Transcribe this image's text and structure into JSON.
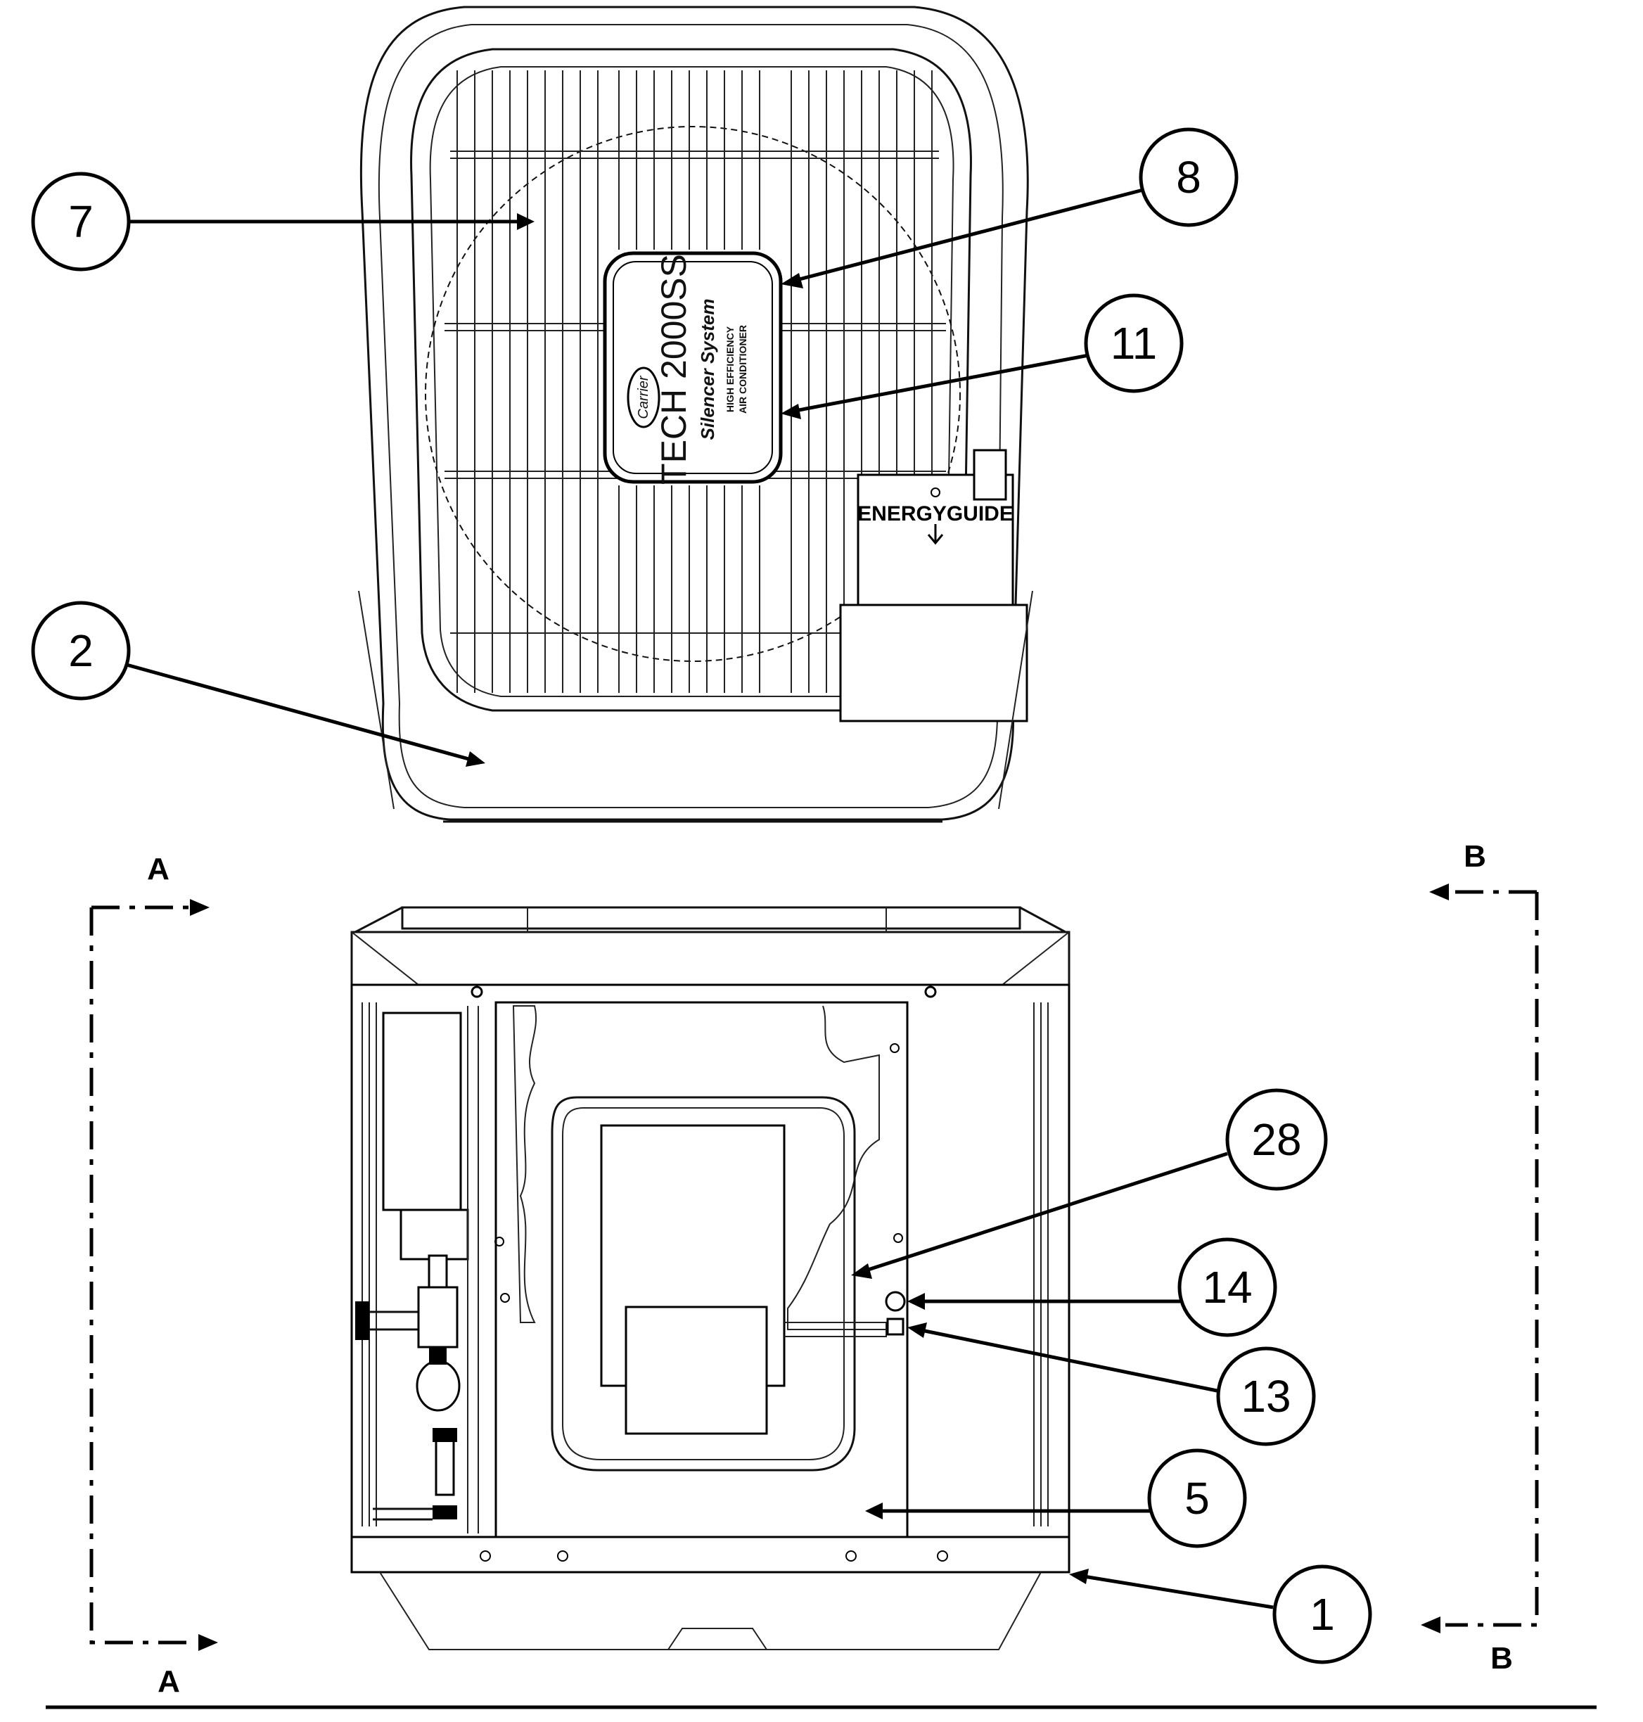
{
  "callouts": [
    {
      "id": "c7",
      "label": "7"
    },
    {
      "id": "c8",
      "label": "8"
    },
    {
      "id": "c11",
      "label": "11"
    },
    {
      "id": "c2",
      "label": "2"
    },
    {
      "id": "c28",
      "label": "28"
    },
    {
      "id": "c14",
      "label": "14"
    },
    {
      "id": "c13",
      "label": "13"
    },
    {
      "id": "c5",
      "label": "5"
    },
    {
      "id": "c1",
      "label": "1"
    }
  ],
  "section_markers": {
    "a_top": "A",
    "a_bottom": "A",
    "b_top": "B",
    "b_bottom": "B"
  },
  "badge": {
    "brand": "Carrier",
    "model": "TECH 2000SS",
    "system": "Silencer System",
    "desc_line1": "HIGH EFFICIENCY",
    "desc_line2": "AIR CONDITIONER"
  },
  "energy_label": {
    "text": "ENERGYGUIDE"
  },
  "colors": {
    "line": "#000000",
    "background": "#ffffff"
  }
}
